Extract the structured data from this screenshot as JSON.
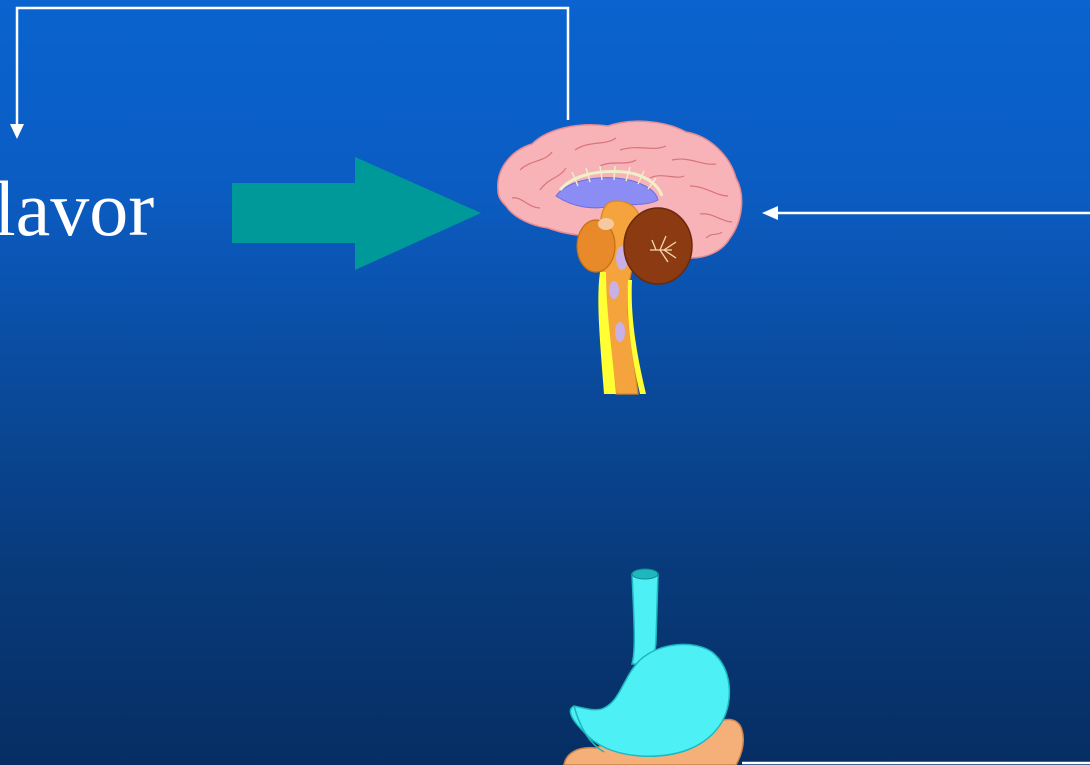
{
  "slide": {
    "flavor_label": "flavor"
  },
  "colors": {
    "background_top": "#0a63cf",
    "background_bottom": "#062e63",
    "text": "#ffffff",
    "connector_line": "#ffffff",
    "big_arrow": "#00999a",
    "brain_cerebrum": "#f7b3b8",
    "cerebellum": "#8b3a12",
    "brainstem": "#f5a33c",
    "spinal_cord_edge": "#ffff33",
    "ventricle": "#8c8cf5",
    "stomach": "#4cf0f5",
    "intestine": "#f5b07a"
  },
  "icons": {
    "brain": "brain-illustration",
    "stomach": "stomach-illustration",
    "arrow": "teal-block-arrow"
  }
}
